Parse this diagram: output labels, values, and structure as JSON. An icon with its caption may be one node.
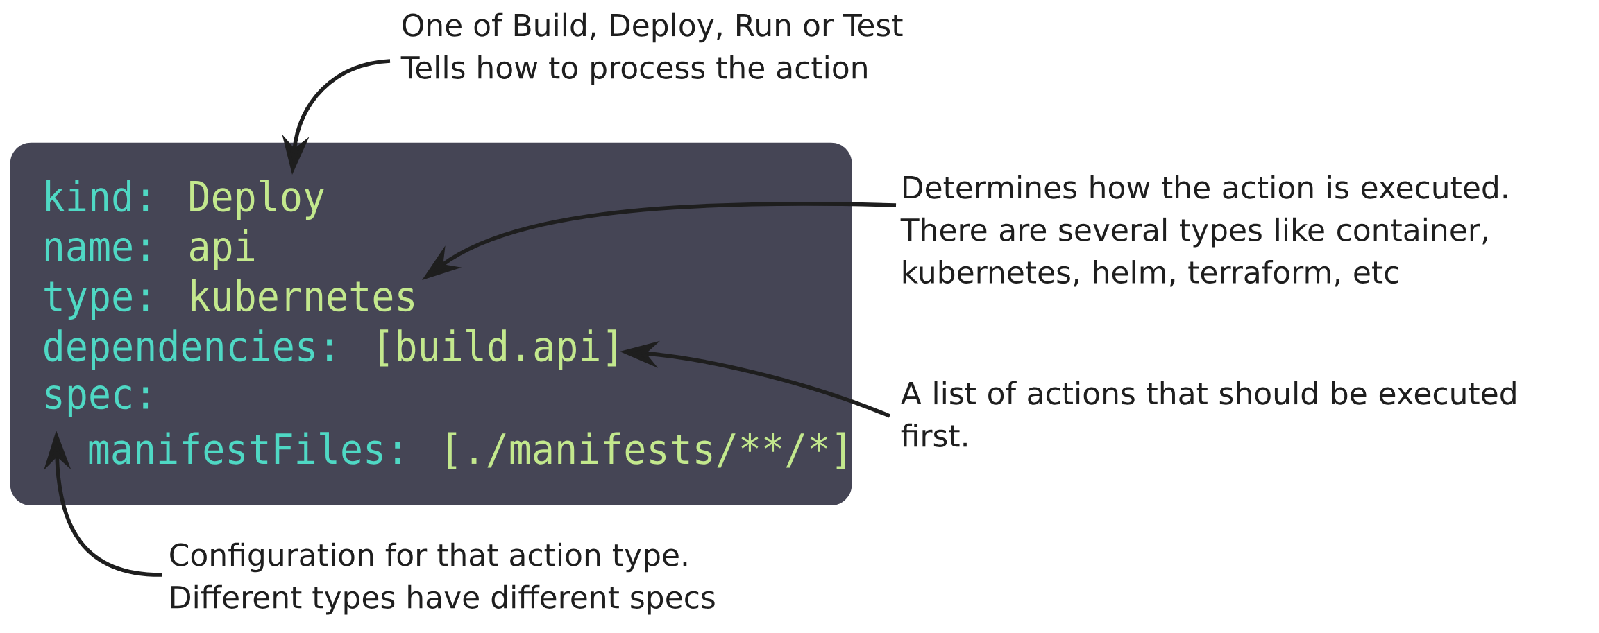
{
  "diagram": {
    "nodes": [
      {
        "text": [],
        "shape": "box"
      },
      {
        "text": [
          "kind:",
          "Deploy"
        ],
        "in": 0
      },
      {
        "text": [
          "name:",
          "api"
        ],
        "in": 0
      },
      {
        "text": [
          "type:",
          "kubernetes"
        ],
        "in": 0
      },
      {
        "text": [
          "dependencies:",
          "[build.api]"
        ],
        "in": 0
      },
      {
        "text": [
          "spec:"
        ],
        "in": 0
      },
      {
        "text": [
          "manifestFiles:",
          "[./manifests/**/*]"
        ],
        "in": 0
      },
      {
        "text": [
          "One of Build, Deploy, Run or Test",
          "Tells how to process the action"
        ]
      },
      {
        "text": [
          "Determines how the action is executed.",
          "There are several types like container, kubernetes, helm, terraform, etc"
        ]
      },
      {
        "text": [
          "A list of actions that should be executed first."
        ]
      },
      {
        "text": [
          "Configuration for that action type.",
          "Different types have different specs"
        ]
      }
    ],
    "edges": [
      {
        "from": 7,
        "to": 1,
        "arrow": "to"
      },
      {
        "from": 8,
        "to": 3,
        "arrow": "to"
      },
      {
        "from": 9,
        "to": 4,
        "arrow": "to"
      },
      {
        "from": 10,
        "to": 6,
        "arrow": "to"
      }
    ]
  }
}
